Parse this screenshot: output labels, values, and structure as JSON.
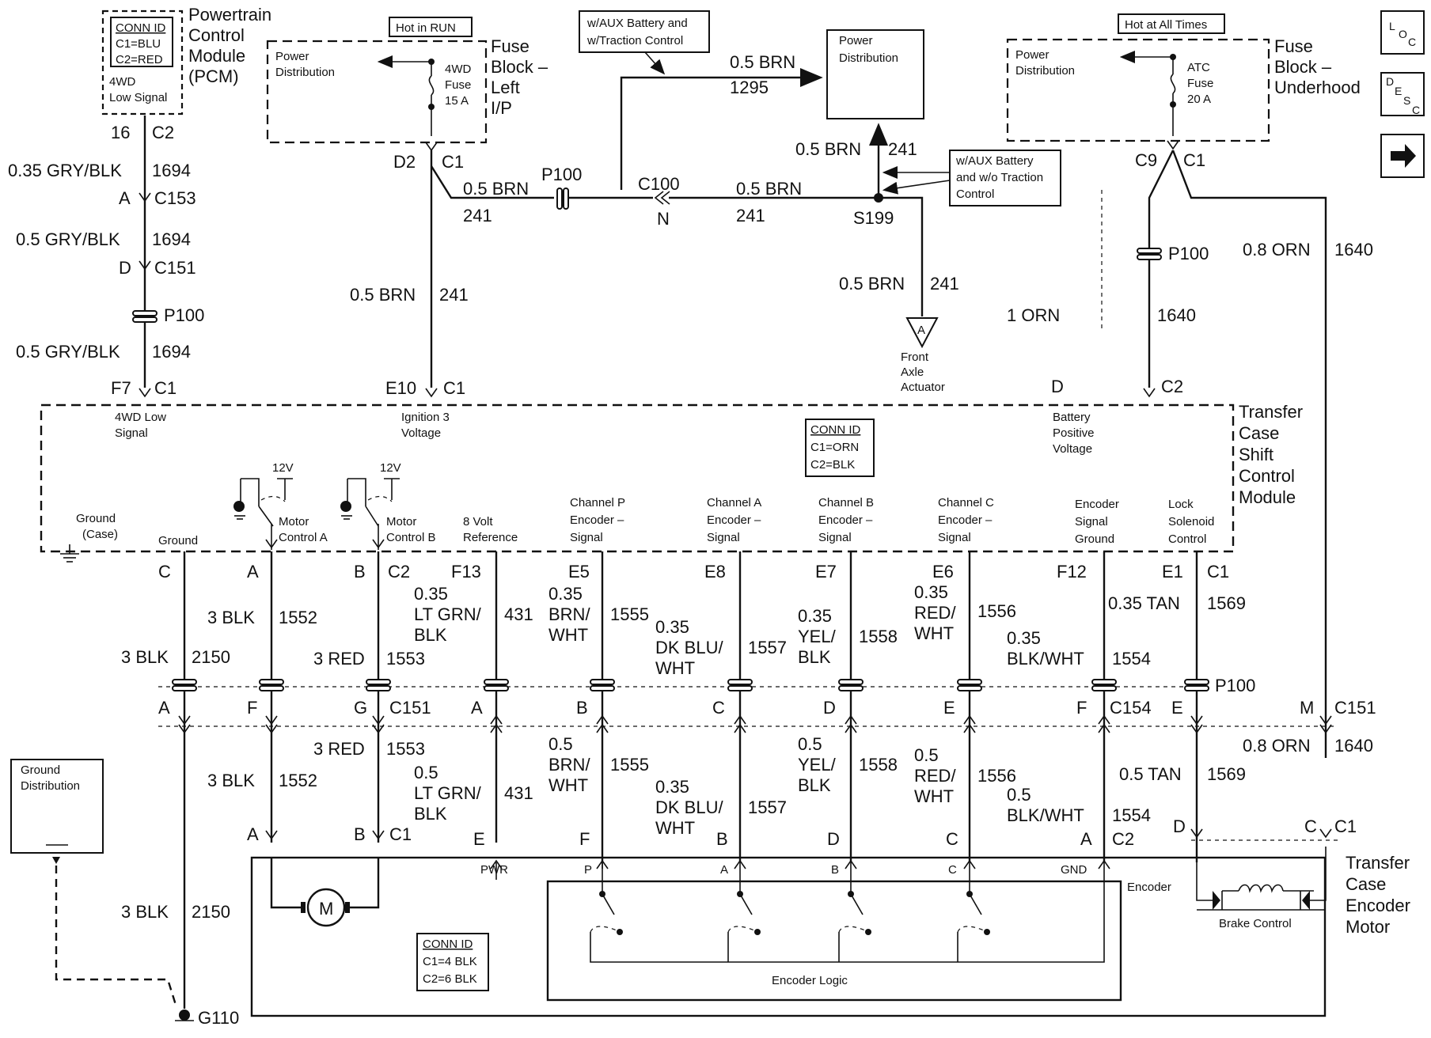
{
  "nav": {
    "loc": [
      "L",
      "O",
      "C"
    ],
    "desc": [
      "D",
      "E",
      "S",
      "C"
    ]
  },
  "pcm": {
    "title": [
      "Powertrain",
      "Control",
      "Module",
      "(PCM)"
    ],
    "conn_id": {
      "title": "CONN ID",
      "lines": [
        "C1=BLU",
        "C2=RED"
      ]
    },
    "pin_label": [
      "4WD",
      "Low Signal"
    ],
    "pin": "16",
    "conn": "C2"
  },
  "wire_pcm": [
    {
      "label": "0.35 GRY/BLK",
      "circuit": "1694"
    },
    {
      "label": "0.5 GRY/BLK",
      "circuit": "1694"
    },
    {
      "label": "0.5 GRY/BLK",
      "circuit": "1694"
    }
  ],
  "conn_pcm": [
    {
      "pin": "A",
      "conn": "C153"
    },
    {
      "pin": "D",
      "conn": "C151"
    },
    {
      "pin": "F7",
      "conn": "C1"
    }
  ],
  "splice_p100": "P100",
  "fuse_left": {
    "hot": "Hot in RUN",
    "dist": [
      "Power",
      "Distribution"
    ],
    "fuse": [
      "4WD",
      "Fuse",
      "15 A"
    ],
    "title": [
      "Fuse",
      "Block –",
      "Left",
      "I/P"
    ],
    "pin": "D2",
    "conn": "C1"
  },
  "aux_top": [
    "w/AUX Battery and",
    "w/Traction Control"
  ],
  "aux_mid": [
    "w/AUX Battery",
    "and w/o Traction",
    "Control"
  ],
  "power_dist_center": [
    "Power",
    "Distribution"
  ],
  "brn_wires": {
    "w1295": {
      "label": "0.5 BRN",
      "circuit": "1295"
    },
    "up": {
      "label": "0.5 BRN",
      "circuit": "241"
    },
    "left": {
      "label": "0.5 BRN",
      "circuit": "241"
    },
    "mid": {
      "label": "0.5 BRN",
      "circuit": "241"
    },
    "down_left": {
      "label": "0.5 BRN",
      "circuit": "241"
    },
    "down_right": {
      "label": "0.5 BRN",
      "circuit": "241"
    }
  },
  "p100_top": "P100",
  "c100": {
    "conn": "C100",
    "pin": "N"
  },
  "s199": "S199",
  "front_axle": {
    "tag": "A",
    "label": [
      "Front",
      "Axle",
      "Actuator"
    ]
  },
  "e10": {
    "pin": "E10",
    "conn": "C1"
  },
  "fuse_under": {
    "hot": "Hot at All Times",
    "dist": [
      "Power",
      "Distribution"
    ],
    "fuse": [
      "ATC",
      "Fuse",
      "20 A"
    ],
    "title": [
      "Fuse",
      "Block –",
      "Underhood"
    ],
    "pin": "C9",
    "conn": "C1"
  },
  "orn_wires": {
    "w08": {
      "label": "0.8 ORN",
      "circuit": "1640"
    },
    "w1": {
      "label": "1 ORN",
      "circuit": "1640"
    },
    "w08b": {
      "label": "0.8 ORN",
      "circuit": "1640"
    }
  },
  "p100_right": "P100",
  "d_c2": {
    "pin": "D",
    "conn": "C2"
  },
  "tcscm": {
    "title": [
      "Transfer",
      "Case",
      "Shift",
      "Control",
      "Module"
    ],
    "conn_id": {
      "title": "CONN ID",
      "lines": [
        "C1=ORN",
        "C2=BLK"
      ]
    },
    "top_labels": {
      "low": [
        "4WD Low",
        "Signal"
      ],
      "ign": [
        "Ignition 3",
        "Voltage"
      ],
      "bat": [
        "Battery",
        "Positive",
        "Voltage"
      ]
    },
    "ground_case": [
      "Ground",
      "(Case)"
    ],
    "v12": "12V",
    "pins": [
      {
        "name": [
          "Ground"
        ],
        "pin": "C"
      },
      {
        "name": [
          "Motor",
          "Control A"
        ],
        "pin": "A"
      },
      {
        "name": [
          "Motor",
          "Control B"
        ],
        "pin": "B",
        "conn": "C2"
      },
      {
        "name": [
          "8 Volt",
          "Reference"
        ],
        "pin": "F13"
      },
      {
        "name": [
          "Channel P",
          "Encoder –",
          "Signal"
        ],
        "pin": "E5"
      },
      {
        "name": [
          "Channel A",
          "Encoder –",
          "Signal"
        ],
        "pin": "E8"
      },
      {
        "name": [
          "Channel B",
          "Encoder –",
          "Signal"
        ],
        "pin": "E7"
      },
      {
        "name": [
          "Channel C",
          "Encoder –",
          "Signal"
        ],
        "pin": "E6"
      },
      {
        "name": [
          "Encoder",
          "Signal",
          "Ground"
        ],
        "pin": "F12"
      },
      {
        "name": [
          "Lock",
          "Solenoid",
          "Control"
        ],
        "pin": "E1",
        "conn": "C1"
      }
    ]
  },
  "upper_wires": [
    {
      "label": [
        "3 BLK"
      ],
      "circuit": "2150"
    },
    {
      "label": [
        "3 BLK"
      ],
      "circuit": "1552"
    },
    {
      "label": [
        "3 RED"
      ],
      "circuit": "1553"
    },
    {
      "label": [
        "0.35",
        "LT GRN/",
        "BLK"
      ],
      "circuit": "431"
    },
    {
      "label": [
        "0.35",
        "BRN/",
        "WHT"
      ],
      "circuit": "1555"
    },
    {
      "label": [
        "0.35",
        "DK BLU/",
        "WHT"
      ],
      "circuit": "1557"
    },
    {
      "label": [
        "0.35",
        "YEL/",
        "BLK"
      ],
      "circuit": "1558"
    },
    {
      "label": [
        "0.35",
        "RED/",
        "WHT"
      ],
      "circuit": "1556"
    },
    {
      "label": [
        "0.35",
        "BLK/WHT"
      ],
      "circuit": "1554"
    },
    {
      "label": [
        "0.35 TAN"
      ],
      "circuit": "1569"
    }
  ],
  "p100_row": "P100",
  "mid_pins": [
    "A",
    "F",
    "G",
    "A",
    "B",
    "C",
    "D",
    "E",
    "F",
    "E",
    "M"
  ],
  "mid_conns": {
    "c151": "C151",
    "c154": "C154",
    "c151b": "C151"
  },
  "lower_wires": [
    {
      "label": [
        "3 BLK"
      ],
      "circuit": "2150"
    },
    {
      "label": [
        "3 BLK"
      ],
      "circuit": "1552"
    },
    {
      "label": [
        "3 RED"
      ],
      "circuit": "1553"
    },
    {
      "label": [
        "0.5",
        "LT GRN/",
        "BLK"
      ],
      "circuit": "431"
    },
    {
      "label": [
        "0.5",
        "BRN/",
        "WHT"
      ],
      "circuit": "1555"
    },
    {
      "label": [
        "0.35",
        "DK BLU/",
        "WHT"
      ],
      "circuit": "1557"
    },
    {
      "label": [
        "0.5",
        "YEL/",
        "BLK"
      ],
      "circuit": "1558"
    },
    {
      "label": [
        "0.5",
        "RED/",
        "WHT"
      ],
      "circuit": "1556"
    },
    {
      "label": [
        "0.5",
        "BLK/WHT"
      ],
      "circuit": "1554"
    },
    {
      "label": [
        "0.5 TAN"
      ],
      "circuit": "1569"
    }
  ],
  "bottom_pins": [
    "A",
    "B",
    "E",
    "F",
    "B",
    "D",
    "C",
    "A",
    "D",
    "C"
  ],
  "bottom_conns": {
    "c1": "C1",
    "c2": "C2",
    "c1b": "C1"
  },
  "ground_dist": [
    "Ground",
    "Distribution"
  ],
  "g110": "G110",
  "motor": {
    "m": "M",
    "conn_id": {
      "title": "CONN ID",
      "lines": [
        "C1=4 BLK",
        "C2=6 BLK"
      ]
    },
    "title": [
      "Transfer",
      "Case",
      "Encoder",
      "Motor"
    ],
    "encoder": "Encoder",
    "encoder_logic": "Encoder Logic",
    "brake": "Brake Control",
    "enc_pins": [
      "PWR",
      "P",
      "A",
      "B",
      "C",
      "GND"
    ]
  }
}
